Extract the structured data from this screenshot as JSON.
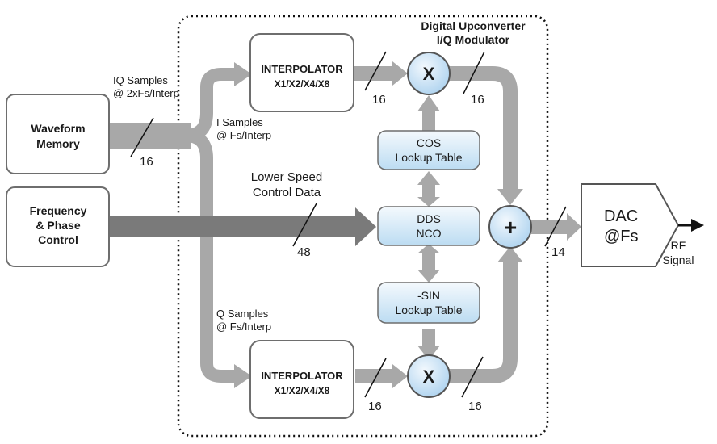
{
  "header": {
    "title_line1": "Digital Upconverter",
    "title_line2": "I/Q Modulator"
  },
  "blocks": {
    "waveform_memory": [
      "Waveform",
      "Memory"
    ],
    "freq_phase": [
      "Frequency",
      "& Phase",
      "Control"
    ],
    "interp_top": [
      "INTERPOLATOR",
      "X1/X2/X4/X8"
    ],
    "interp_bottom": [
      "INTERPOLATOR",
      "X1/X2/X4/X8"
    ],
    "cos_lut": [
      "COS",
      "Lookup Table"
    ],
    "dds_nco": [
      "DDS",
      "NCO"
    ],
    "sin_lut": [
      "-SIN",
      "Lookup Table"
    ],
    "mixer_top": "X",
    "mixer_bottom": "X",
    "summer": "+",
    "dac": [
      "DAC",
      "@Fs"
    ]
  },
  "signals": {
    "iq_samples": [
      "IQ Samples",
      "@ 2xFs/Interp"
    ],
    "i_samples": [
      "I Samples",
      "@ Fs/Interp"
    ],
    "q_samples": [
      "Q Samples",
      "@ Fs/Interp"
    ],
    "control_data": [
      "Lower Speed",
      "Control Data"
    ],
    "rf_signal": [
      "RF",
      "Signal"
    ]
  },
  "bus_widths": {
    "memory_out": "16",
    "control": "48",
    "interp_top_out": "16",
    "mixer_top_out": "16",
    "interp_bottom_out": "16",
    "mixer_bottom_out": "16",
    "dac_in": "14"
  },
  "colors": {
    "arrow": "#a8a8a8",
    "control_arrow": "#7a7a7a",
    "block_border": "#6e6e6e",
    "lut_fill": "#d6eaf8",
    "circle_fill": "#cfe5f6"
  }
}
